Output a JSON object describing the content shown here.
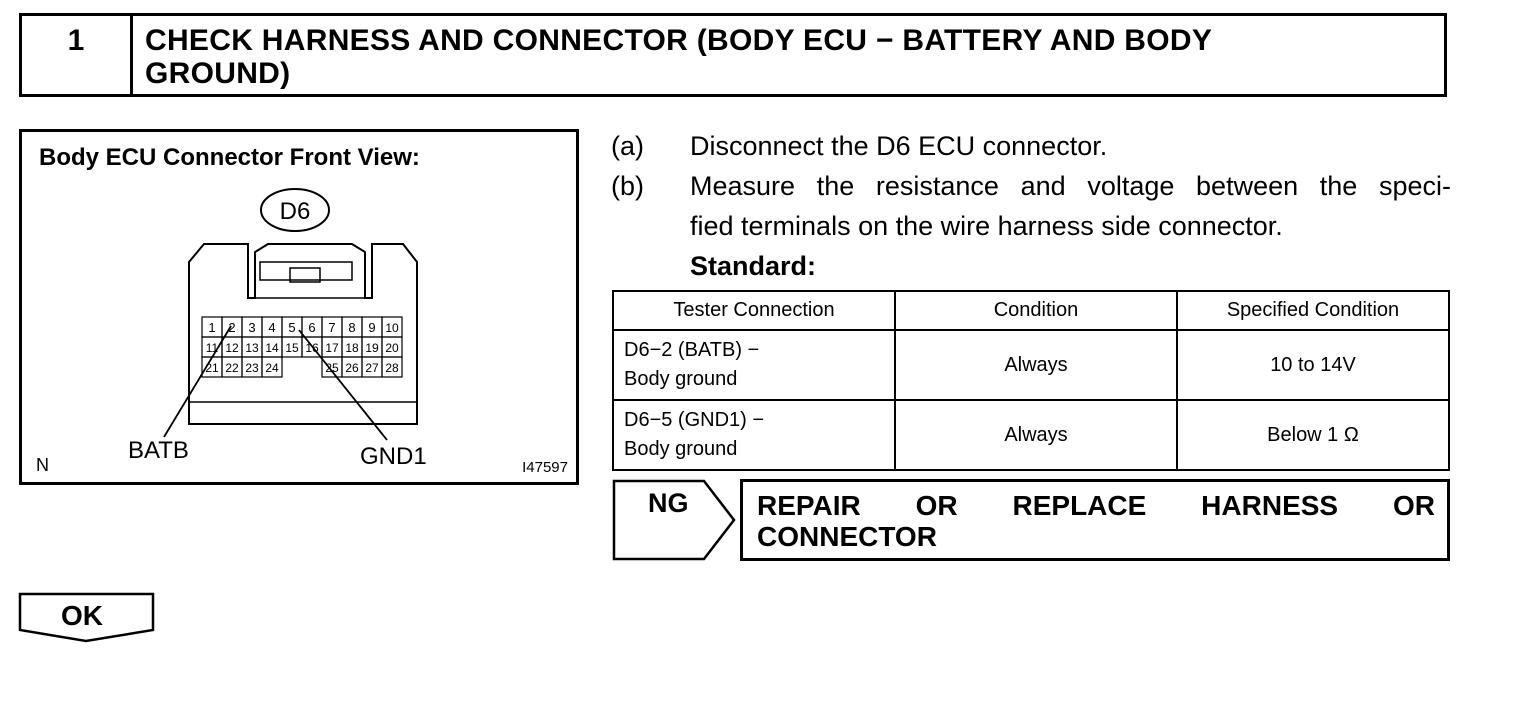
{
  "step": {
    "number": "1",
    "title_line1": "CHECK HARNESS AND CONNECTOR (BODY ECU − BATTERY AND BODY",
    "title_line2": "GROUND)"
  },
  "figure": {
    "title": "Body ECU Connector Front View:",
    "connector_id": "D6",
    "pins_row1": [
      "1",
      "2",
      "3",
      "4",
      "5",
      "6",
      "7",
      "8",
      "9",
      "10"
    ],
    "pins_row2": [
      "11",
      "12",
      "13",
      "14",
      "15",
      "16",
      "17",
      "18",
      "19",
      "20"
    ],
    "pins_row3_left": [
      "21",
      "22",
      "23",
      "24"
    ],
    "pins_row3_right": [
      "25",
      "26",
      "27",
      "28"
    ],
    "label_batb": "BATB",
    "label_gnd1": "GND1",
    "corner_left": "N",
    "corner_right": "I47597"
  },
  "instructions": [
    {
      "mark": "(a)",
      "text": "Disconnect the D6 ECU connector."
    },
    {
      "mark": "(b)",
      "text": "Measure the resistance and voltage between the specified terminals on the wire harness side connector.",
      "line1": "Measure the resistance and voltage between the speci-",
      "line2": "fied terminals on the wire harness side connector."
    }
  ],
  "standard_label": "Standard:",
  "table": {
    "headers": [
      "Tester Connection",
      "Condition",
      "Specified Condition"
    ],
    "rows": [
      {
        "conn_line1": "D6−2 (BATB) −",
        "conn_line2": "Body ground",
        "condition": "Always",
        "spec": "10 to 14V"
      },
      {
        "conn_line1": "D6−5 (GND1) −",
        "conn_line2": "Body ground",
        "condition": "Always",
        "spec": "Below 1 Ω"
      }
    ]
  },
  "ng": {
    "label": "NG",
    "line1": "REPAIR OR REPLACE HARNESS OR",
    "line2": "CONNECTOR"
  },
  "ok": {
    "label": "OK"
  }
}
